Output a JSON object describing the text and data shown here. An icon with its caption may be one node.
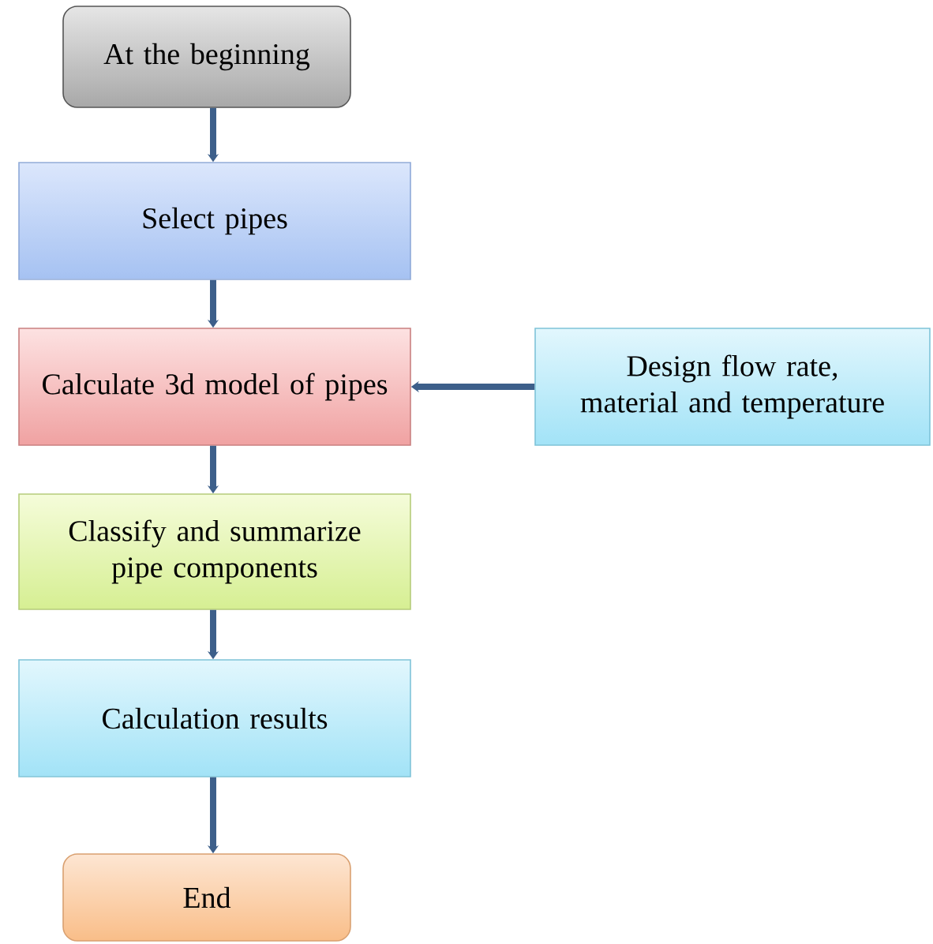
{
  "diagram": {
    "nodes": [
      {
        "text": [
          "At the beginning"
        ]
      },
      {
        "text": [
          "Select pipes"
        ]
      },
      {
        "text": [
          "Calculate 3d model of pipes"
        ]
      },
      {
        "text": [
          "Design flow rate, material and temperature"
        ]
      },
      {
        "text": [
          "Classify and summarize pipe components"
        ]
      },
      {
        "text": [
          "Calculation results"
        ]
      },
      {
        "text": [
          "End"
        ]
      }
    ],
    "edges": [
      {
        "from": 0,
        "to": 1,
        "arrow": "to"
      },
      {
        "from": 1,
        "to": 2,
        "arrow": "to"
      },
      {
        "from": 3,
        "to": 2,
        "arrow": "to"
      },
      {
        "from": 2,
        "to": 4,
        "arrow": "to"
      },
      {
        "from": 4,
        "to": 5,
        "arrow": "to"
      },
      {
        "from": 5,
        "to": 6,
        "arrow": "to"
      }
    ]
  }
}
